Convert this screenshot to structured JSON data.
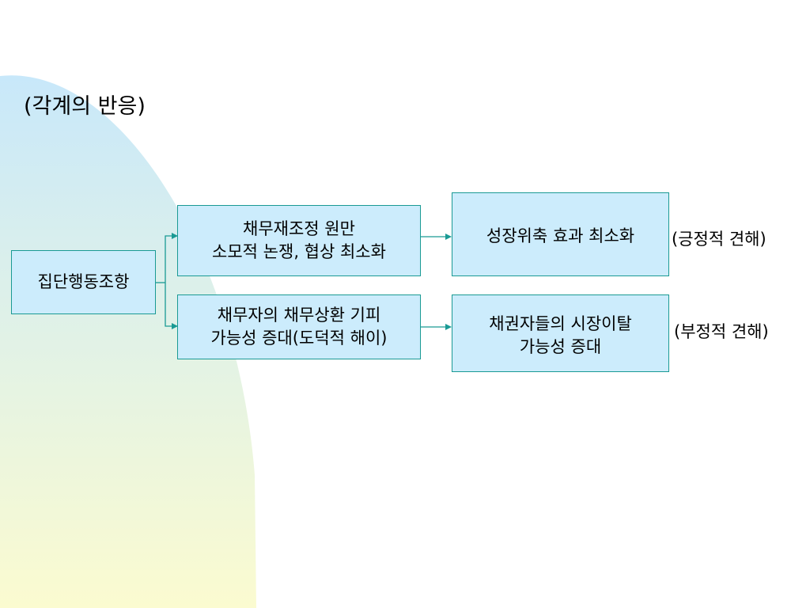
{
  "slide": {
    "heading": "(각계의 반응)",
    "source_box": "집단행동조항",
    "upper_middle": {
      "line1": "채무재조정 원만",
      "line2": "소모적 논쟁, 협상 최소화"
    },
    "lower_middle": {
      "line1": "채무자의 채무상환 기피",
      "line2": "가능성 증대(도덕적 해이)"
    },
    "upper_result": {
      "line1": "성장위축 효과  최소화"
    },
    "lower_result": {
      "line1": "채권자들의 시장이탈",
      "line2": "가능성 증대"
    },
    "upper_view": "(긍정적 견해)",
    "lower_view": "(부정적 견해)"
  },
  "colors": {
    "box_fill": "#ccecfc",
    "box_border": "#1a9a94",
    "connector": "#1a9a94",
    "bg_top": "#c8e8fa",
    "bg_bottom": "#fbfbd0"
  }
}
